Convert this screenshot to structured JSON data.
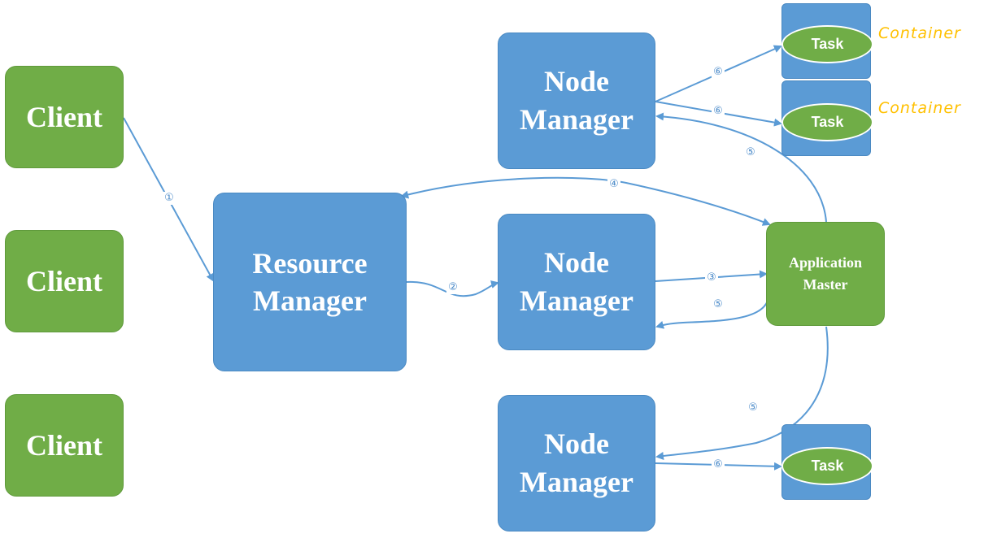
{
  "clients": [
    "Client",
    "Client",
    "Client"
  ],
  "resource_manager": "Resource\nManager",
  "node_managers": [
    "Node\nManager",
    "Node\nManager",
    "Node\nManager"
  ],
  "application_master": "Application\nMaster",
  "tasks": [
    "Task",
    "Task",
    "Task"
  ],
  "container_labels": [
    "Container",
    "Container"
  ],
  "steps": {
    "s1": "①",
    "s2": "②",
    "s3": "③",
    "s4": "④",
    "s5_top": "⑤",
    "s5_mid": "⑤",
    "s5_bottom": "⑤",
    "s6_a": "⑥",
    "s6_b": "⑥",
    "s6_c": "⑥"
  },
  "colors": {
    "green": "#70ad47",
    "blue": "#5b9bd5",
    "arrow": "#5b9bd5",
    "container_label": "#ffc000"
  }
}
